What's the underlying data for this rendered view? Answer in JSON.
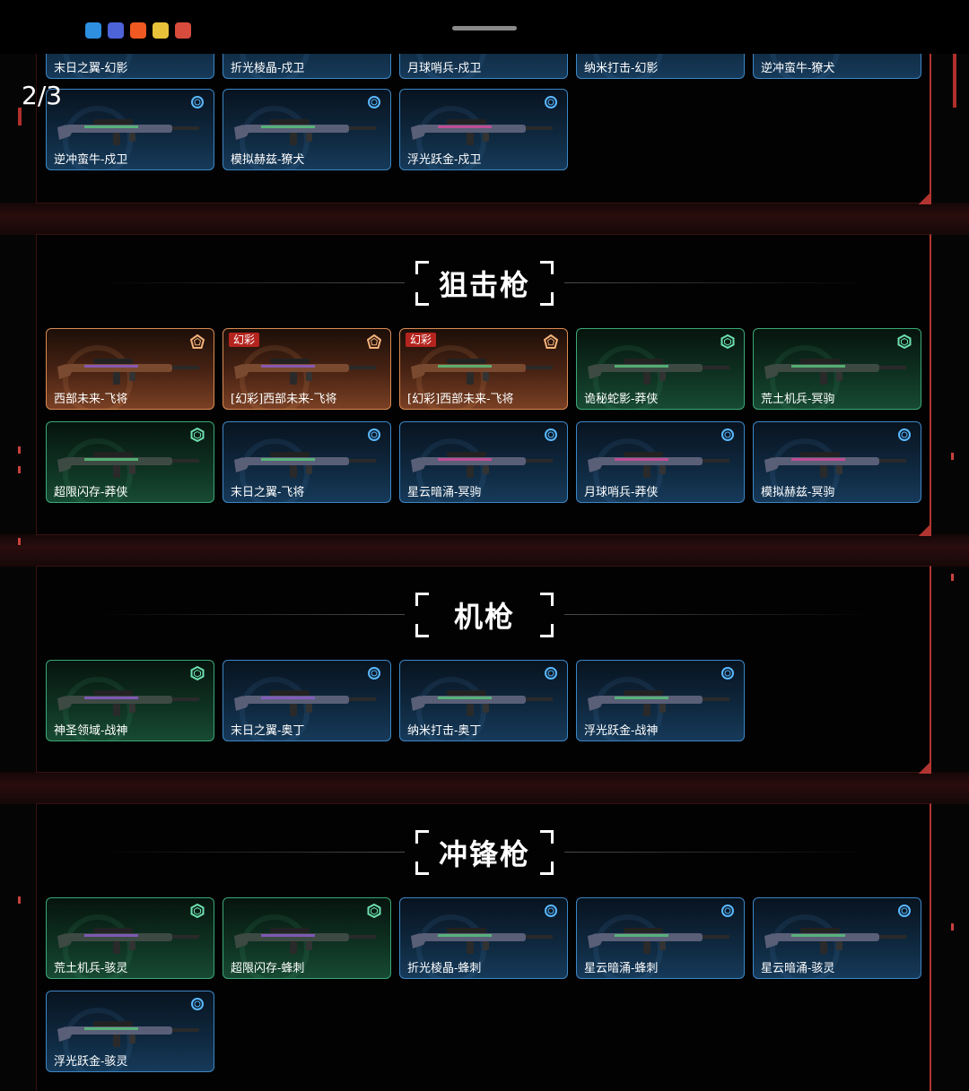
{
  "page_counter": "2/3",
  "colors": {
    "blue_border": "#3c86c4",
    "green_border": "#3aa877",
    "orange_border": "#d98a52",
    "tag_red": "#b4241e",
    "panel_accent": "#b23430"
  },
  "status_bar": {
    "app_icons": [
      "app-icon-blue",
      "app-icon-tieba",
      "app-icon-orange",
      "app-icon-yellow",
      "app-icon-mascot"
    ]
  },
  "top_section": {
    "row1": [
      {
        "label": "末日之翼-幻影",
        "rarity": "blue"
      },
      {
        "label": "折光棱晶-戍卫",
        "rarity": "blue"
      },
      {
        "label": "月球哨兵-戍卫",
        "rarity": "blue"
      },
      {
        "label": "纳米打击-幻影",
        "rarity": "blue"
      },
      {
        "label": "逆冲蛮牛-獠犬",
        "rarity": "blue"
      }
    ],
    "row2": [
      {
        "label": "逆冲蛮牛-戍卫",
        "rarity": "blue",
        "tier_icon": "ring-icon"
      },
      {
        "label": "模拟赫兹-獠犬",
        "rarity": "blue",
        "tier_icon": "ring-icon"
      },
      {
        "label": "浮光跃金-戍卫",
        "rarity": "blue",
        "tier_icon": "ring-icon"
      }
    ]
  },
  "sections": [
    {
      "title": "狙击枪",
      "items": [
        {
          "label": "西部未来-飞将",
          "rarity": "orange",
          "tier_icon": "pentagon-icon"
        },
        {
          "label": "[幻彩]西部未来-飞将",
          "rarity": "orange",
          "tier_icon": "pentagon-icon",
          "tag": "幻彩"
        },
        {
          "label": "[幻彩]西部未来-飞将",
          "rarity": "orange",
          "tier_icon": "pentagon-icon",
          "tag": "幻彩"
        },
        {
          "label": "诡秘蛇影-莽侠",
          "rarity": "green",
          "tier_icon": "hexagon-icon"
        },
        {
          "label": "荒土机兵-冥驹",
          "rarity": "green",
          "tier_icon": "hexagon-icon"
        },
        {
          "label": "超限闪存-莽侠",
          "rarity": "green",
          "tier_icon": "hexagon-icon"
        },
        {
          "label": "末日之翼-飞将",
          "rarity": "blue",
          "tier_icon": "ring-icon"
        },
        {
          "label": "星云暗涌-冥驹",
          "rarity": "blue",
          "tier_icon": "ring-icon"
        },
        {
          "label": "月球哨兵-莽侠",
          "rarity": "blue",
          "tier_icon": "ring-icon"
        },
        {
          "label": "模拟赫兹-冥驹",
          "rarity": "blue",
          "tier_icon": "ring-icon"
        }
      ]
    },
    {
      "title": "机枪",
      "items": [
        {
          "label": "神圣领域-战神",
          "rarity": "green",
          "tier_icon": "hexagon-icon"
        },
        {
          "label": "末日之翼-奥丁",
          "rarity": "blue",
          "tier_icon": "ring-icon"
        },
        {
          "label": "纳米打击-奥丁",
          "rarity": "blue",
          "tier_icon": "ring-icon"
        },
        {
          "label": "浮光跃金-战神",
          "rarity": "blue",
          "tier_icon": "ring-icon"
        }
      ]
    },
    {
      "title": "冲锋枪",
      "items": [
        {
          "label": "荒土机兵-骇灵",
          "rarity": "green",
          "tier_icon": "hexagon-icon"
        },
        {
          "label": "超限闪存-蜂刺",
          "rarity": "green",
          "tier_icon": "hexagon-icon"
        },
        {
          "label": "折光棱晶-蜂刺",
          "rarity": "blue",
          "tier_icon": "ring-icon"
        },
        {
          "label": "星云暗涌-蜂刺",
          "rarity": "blue",
          "tier_icon": "ring-icon"
        },
        {
          "label": "星云暗涌-骇灵",
          "rarity": "blue",
          "tier_icon": "ring-icon"
        },
        {
          "label": "浮光跃金-骇灵",
          "rarity": "blue",
          "tier_icon": "ring-icon"
        }
      ]
    }
  ]
}
